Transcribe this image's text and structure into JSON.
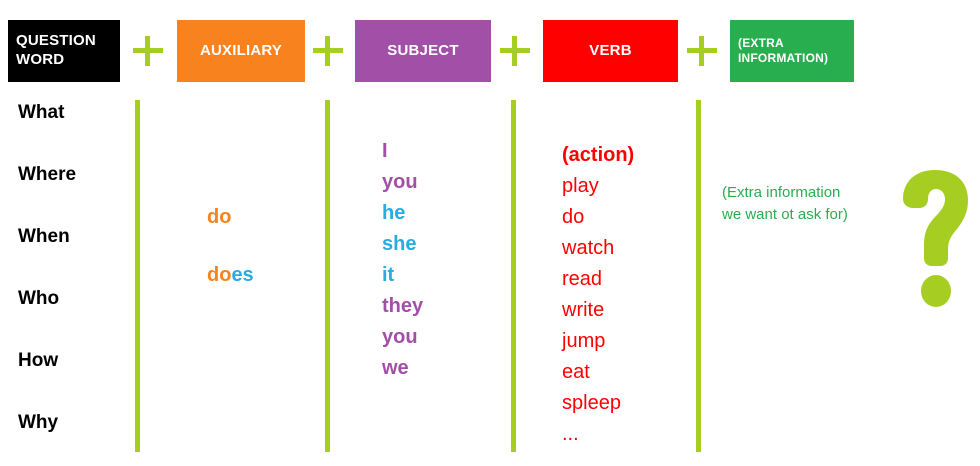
{
  "headers": [
    {
      "key": "question_word",
      "label": "QUESTION\nWORD",
      "color": "#000000",
      "align": "left"
    },
    {
      "key": "auxiliary",
      "label": "AUXILIARY",
      "color": "#F7821E",
      "align": "center"
    },
    {
      "key": "subject",
      "label": "SUBJECT",
      "color": "#A24FA8",
      "align": "center"
    },
    {
      "key": "verb",
      "label": "VERB",
      "color": "#FF0000",
      "align": "center"
    },
    {
      "key": "extra",
      "label": "(EXTRA\nINFORMATION)",
      "color": "#28AE4F",
      "align": "left"
    }
  ],
  "operators": [
    "+",
    "+",
    "+",
    "+"
  ],
  "columns": {
    "question_words": {
      "items": [
        "What",
        "Where",
        "When",
        "Who",
        "How",
        "Why"
      ]
    },
    "auxiliary": {
      "items": [
        {
          "stem": "do",
          "suffix": ""
        },
        {
          "stem": "do",
          "suffix": "es"
        }
      ]
    },
    "subject": {
      "items": [
        {
          "text": "I",
          "color": "#A24FA8"
        },
        {
          "text": "you",
          "color": "#A24FA8"
        },
        {
          "text": "he",
          "color": "#29ABE2"
        },
        {
          "text": "she",
          "color": "#29ABE2"
        },
        {
          "text": "it",
          "color": "#29ABE2"
        },
        {
          "text": "they",
          "color": "#A24FA8"
        },
        {
          "text": "you",
          "color": "#A24FA8"
        },
        {
          "text": "we",
          "color": "#A24FA8"
        }
      ]
    },
    "verb": {
      "items": [
        {
          "text": "(action)",
          "bold": true
        },
        {
          "text": "play",
          "bold": false
        },
        {
          "text": "do",
          "bold": false
        },
        {
          "text": "watch",
          "bold": false
        },
        {
          "text": "read",
          "bold": false
        },
        {
          "text": "write",
          "bold": false
        },
        {
          "text": "jump",
          "bold": false
        },
        {
          "text": "eat",
          "bold": false
        },
        {
          "text": "spleep",
          "bold": false
        },
        {
          "text": "...",
          "bold": false
        }
      ]
    },
    "extra": {
      "text": "(Extra information\nwe want ot ask for)"
    }
  },
  "question_mark": {
    "glyph": "?",
    "color": "#A6CE22"
  },
  "palette": {
    "lime": "#A6CE22",
    "orange": "#F7821E",
    "purple": "#A24FA8",
    "blue": "#29ABE2",
    "red": "#FF0000",
    "green": "#28AE4F",
    "black": "#000000"
  }
}
